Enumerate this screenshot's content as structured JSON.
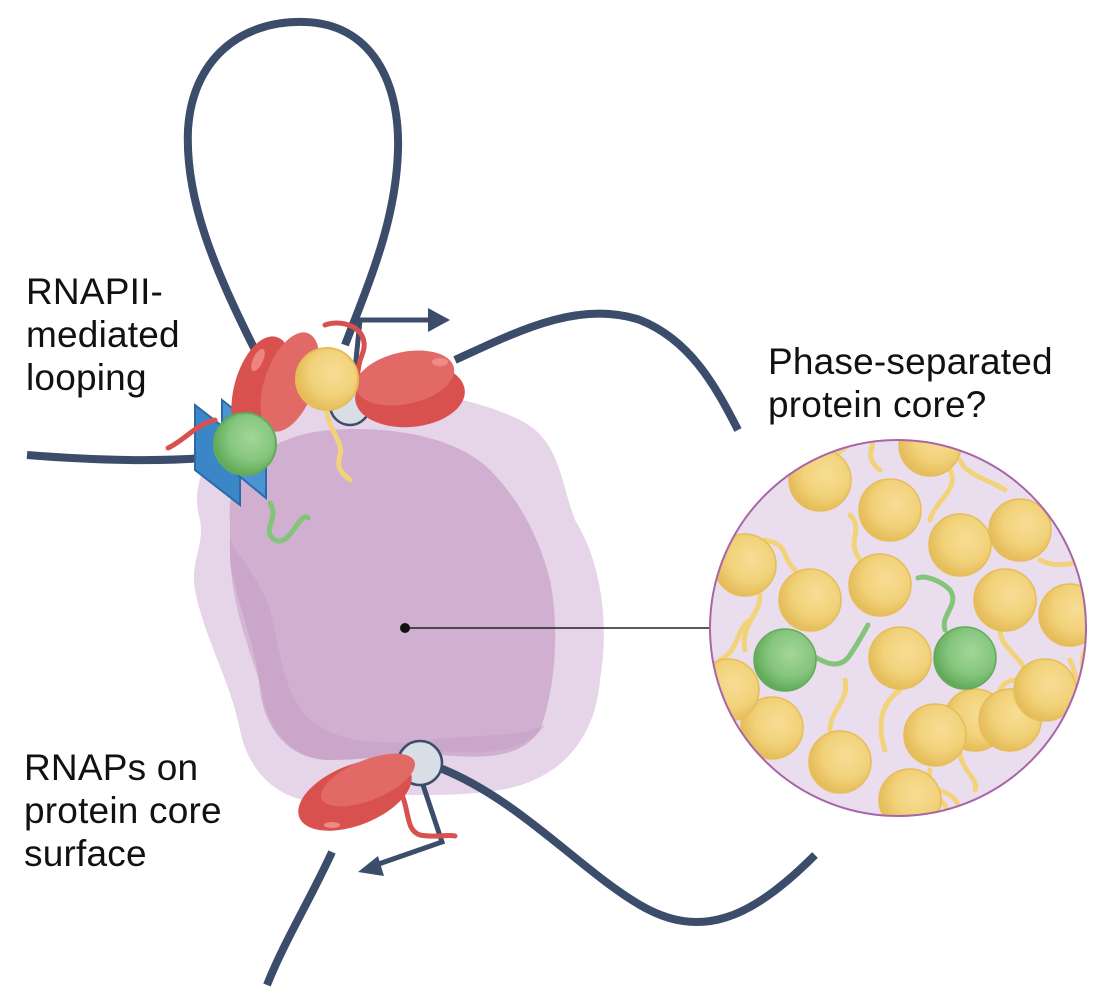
{
  "labels": {
    "looping": "RNAPII-\nmediated\nlooping",
    "phase_separated": "Phase-separated\nprotein core?",
    "surface": "RNAPs on\nprotein core\nsurface"
  },
  "colors": {
    "dna": "#3b4d6b",
    "core_outer": "#e6d4e8",
    "core_inner": "#d0afd0",
    "core_inner_shadow": "#c49ec4",
    "rnap": "#d9514f",
    "rnap_light": "#e26a66",
    "yellow_protein": "#f2d27a",
    "yellow_protein_dark": "#e8c15e",
    "green_protein": "#82c57a",
    "green_protein_dark": "#6bb363",
    "blue_factor": "#3b86c6",
    "blue_factor_dark": "#2a6aa8",
    "promoter_ball": "#d8dde6",
    "zoom_circle_fill": "#eadeee",
    "zoom_circle_edge": "#a865a8",
    "pointer_line": "#222222"
  },
  "zoom_inset": {
    "yellow_protein_count": 19,
    "green_protein_count": 2
  }
}
